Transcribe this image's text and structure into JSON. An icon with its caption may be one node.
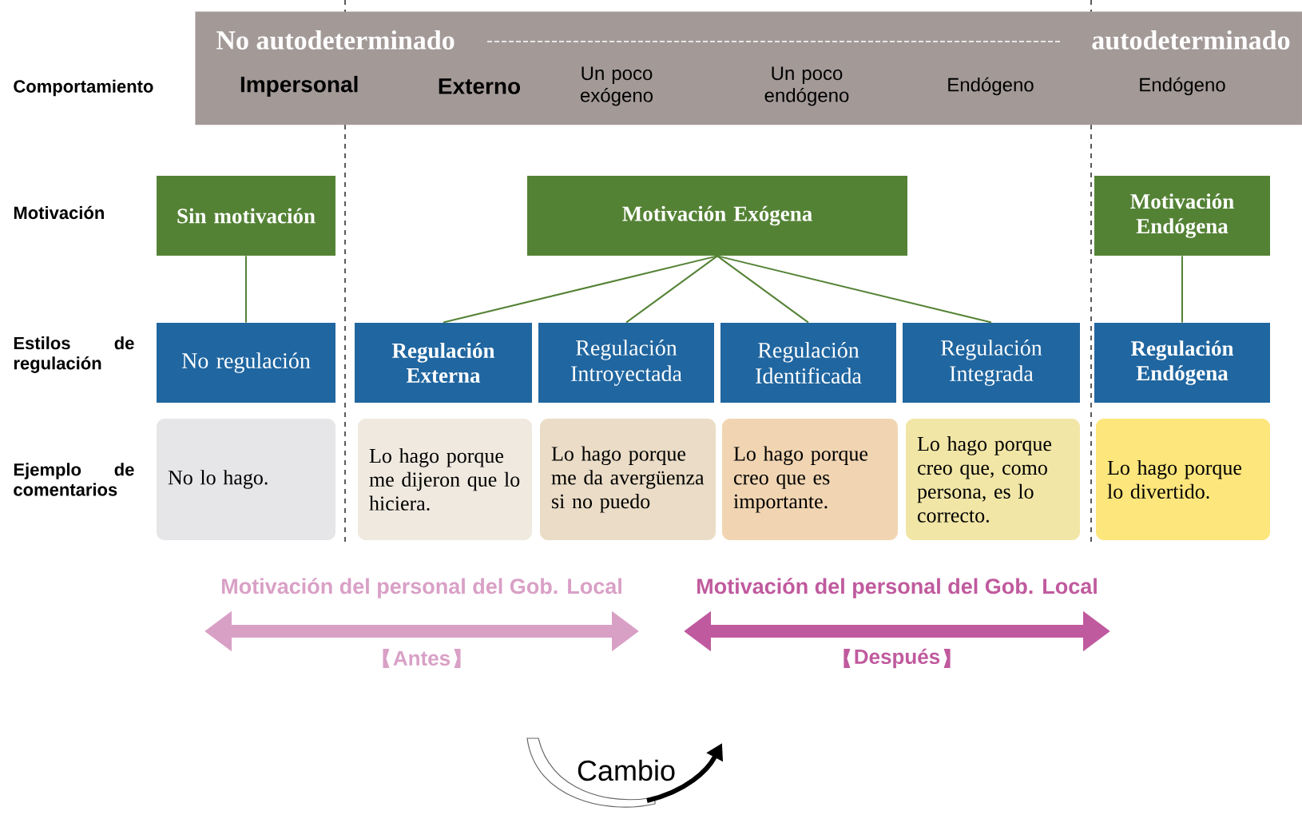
{
  "diagram": {
    "nodes": [
      {
        "text": [
          "No autodeterminado",
          "autodeterminado",
          "Impersonal",
          "Externo",
          "Un poco exógeno",
          "Un poco endógeno",
          "Endógeno",
          "Endógeno"
        ]
      },
      {
        "text": [
          "Sin motivación"
        ]
      },
      {
        "text": [
          "Motivación Exógena"
        ]
      },
      {
        "text": [
          "Motivación Endógena"
        ]
      },
      {
        "text": [
          "No regulación"
        ]
      },
      {
        "text": [
          "Regulación Externa"
        ]
      },
      {
        "text": [
          "Regulación Introyectada"
        ]
      },
      {
        "text": [
          "Regulación Identificada"
        ]
      },
      {
        "text": [
          "Regulación Integrada"
        ]
      },
      {
        "text": [
          "Regulación Endógena"
        ]
      },
      {
        "text": [
          "No lo hago."
        ]
      },
      {
        "text": [
          "Lo hago porque me dijeron que lo hiciera."
        ]
      },
      {
        "text": [
          "Lo hago porque me da avergüenza si no puedo"
        ]
      },
      {
        "text": [
          "Lo hago porque creo que es importante."
        ]
      },
      {
        "text": [
          "Lo hago porque creo que, como persona, es lo correcto."
        ]
      },
      {
        "text": [
          "Lo hago porque lo divertido."
        ]
      }
    ],
    "edges": [
      {
        "from": 1,
        "to": 4,
        "arrow": "none"
      },
      {
        "from": 2,
        "to": 5,
        "arrow": "none"
      },
      {
        "from": 2,
        "to": 6,
        "arrow": "none"
      },
      {
        "from": 2,
        "to": 7,
        "arrow": "none"
      },
      {
        "from": 2,
        "to": 8,
        "arrow": "none"
      },
      {
        "from": 3,
        "to": 9,
        "arrow": "none"
      }
    ],
    "labels": [
      "Comportamiento",
      "Motivación",
      "Estilos de regulación",
      "Ejemplo de comentarios",
      "Motivación del personal del Gob. Local",
      "Motivación del personal del Gob. Local",
      "Antes",
      "Después",
      "Cambio"
    ]
  }
}
